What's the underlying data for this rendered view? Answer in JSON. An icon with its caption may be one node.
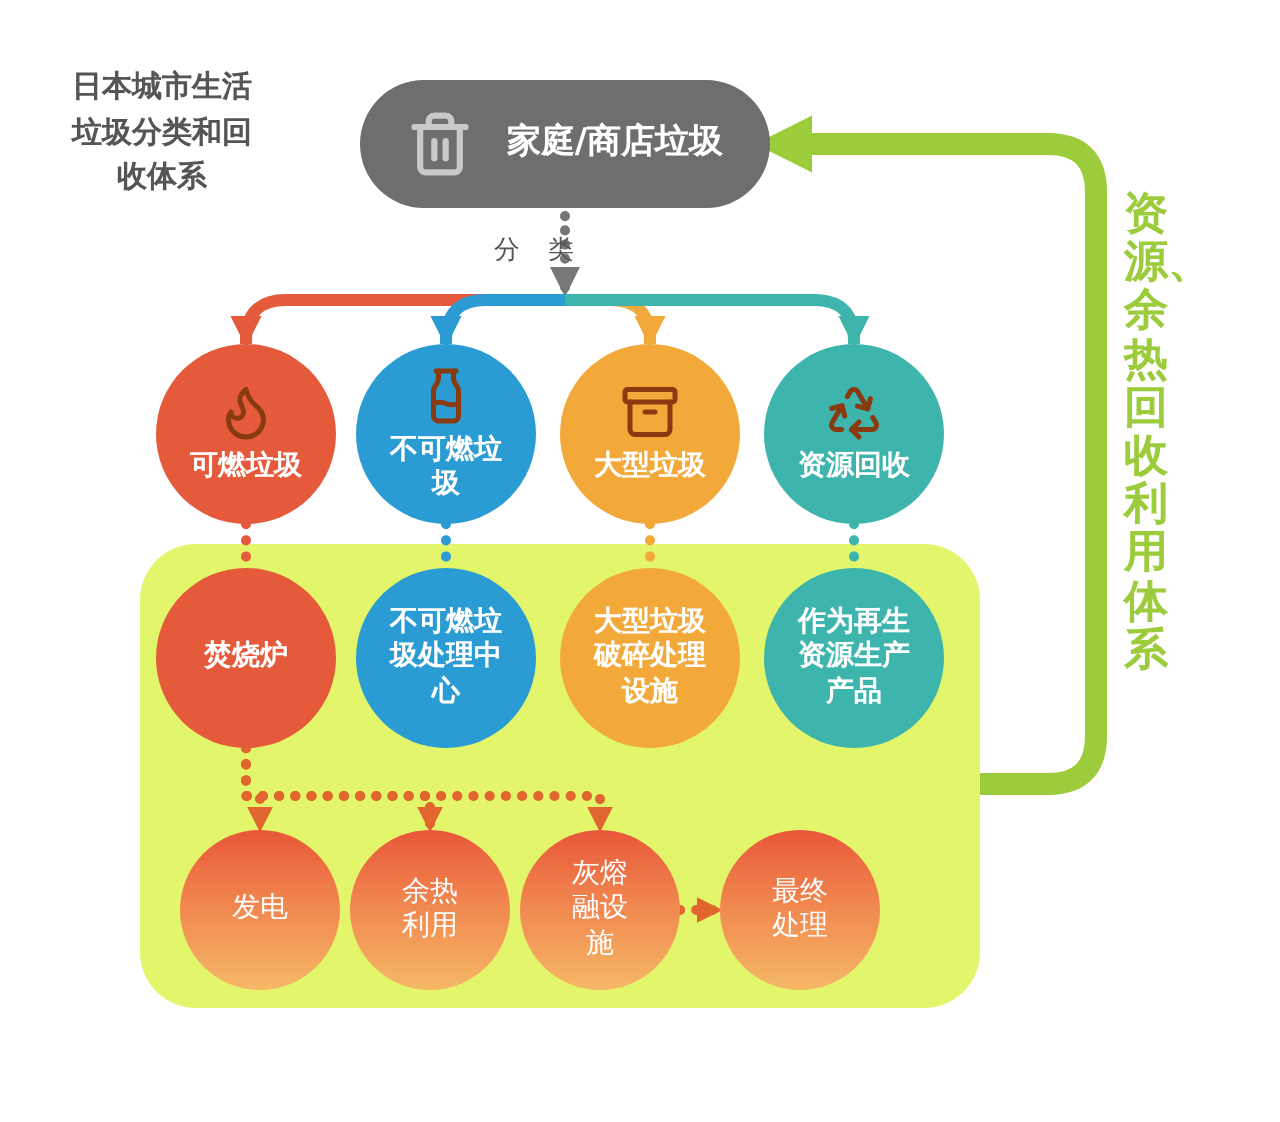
{
  "diagram": {
    "title": "日本城市生活垃圾分类和回收体系",
    "nodes": [
      {
        "text": [
          "家庭/商店垃圾"
        ]
      },
      {
        "text": [
          "可燃垃圾"
        ]
      },
      {
        "text": [
          "不可燃垃圾"
        ]
      },
      {
        "text": [
          "大型垃圾"
        ]
      },
      {
        "text": [
          "资源回收"
        ]
      },
      {
        "text": [],
        "shape": "box"
      },
      {
        "text": [
          "焚烧炉"
        ],
        "in": 5
      },
      {
        "text": [
          "不可燃垃圾处理中心"
        ],
        "in": 5
      },
      {
        "text": [
          "大型垃圾破碎处理设施"
        ],
        "in": 5
      },
      {
        "text": [
          "作为再生资源生产产品"
        ],
        "in": 5
      },
      {
        "text": [
          "发电"
        ],
        "in": 5
      },
      {
        "text": [
          "余热利用"
        ],
        "in": 5
      },
      {
        "text": [
          "灰熔融设施"
        ],
        "in": 5
      },
      {
        "text": [
          "最终处理"
        ],
        "in": 5
      }
    ],
    "edges": [
      {
        "from": 0,
        "to": 1,
        "arrow": "to",
        "color": "#e45a3b"
      },
      {
        "from": 0,
        "to": 2,
        "arrow": "to",
        "color": "#2b9bd3"
      },
      {
        "from": 0,
        "to": 3,
        "arrow": "to",
        "color": "#f3a83a"
      },
      {
        "from": 0,
        "to": 4,
        "arrow": "to",
        "color": "#3db5ad"
      },
      {
        "from": 1,
        "to": 6,
        "arrow": "none",
        "style": "dashed",
        "color": "#e45a3b"
      },
      {
        "from": 2,
        "to": 7,
        "arrow": "none",
        "style": "dashed",
        "color": "#2b9bd3"
      },
      {
        "from": 3,
        "to": 8,
        "arrow": "none",
        "style": "dashed",
        "color": "#f3a83a"
      },
      {
        "from": 4,
        "to": 9,
        "arrow": "none",
        "style": "dashed",
        "color": "#3db5ad"
      },
      {
        "from": 6,
        "to": 10,
        "arrow": "to",
        "style": "dashed",
        "color": "#e0652f"
      },
      {
        "from": 6,
        "to": 11,
        "arrow": "to",
        "style": "dashed",
        "color": "#e0652f"
      },
      {
        "from": 6,
        "to": 12,
        "arrow": "to",
        "style": "dashed",
        "color": "#e0652f"
      },
      {
        "from": 12,
        "to": 13,
        "arrow": "to",
        "style": "dashed",
        "color": "#e0652f"
      },
      {
        "from": 5,
        "to": 0,
        "arrow": "to",
        "style": "thick",
        "color": "#9ccc3c",
        "label": "资源、余热回收利用体系"
      }
    ],
    "labels": [
      "分类"
    ]
  }
}
